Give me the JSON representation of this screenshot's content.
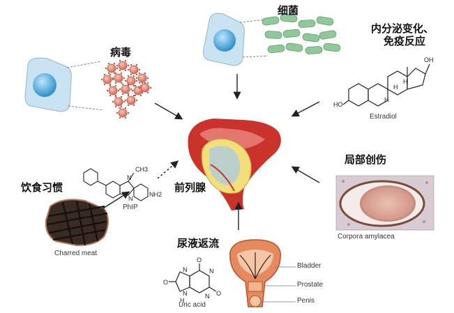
{
  "labels": {
    "virus": "病毒",
    "bacteria": "细菌",
    "endocrine_line1": "内分泌变化、",
    "endocrine_line2": "免疫反应",
    "diet": "饮食习惯",
    "prostate": "前列腺",
    "injury": "局部创伤",
    "urine_reflux": "尿液返流"
  },
  "captions": {
    "charred_meat": "Charred meat",
    "phip": "PhIP",
    "estradiol": "Estradiol",
    "corpora": "Corpora amylacea",
    "uric_acid": "Uric acid",
    "bladder": "Bladder",
    "prostate_en": "Prostate",
    "penis": "Penis"
  },
  "chem_atoms": {
    "ho_left": "HO",
    "oh_top": "OH",
    "h1": "H",
    "h2": "H",
    "h3": "H",
    "methyl": "CH3",
    "n_top": "N",
    "n_low": "N",
    "nh2": "NH2",
    "uric_o1": "O",
    "uric_o2": "O",
    "uric_o3": "O",
    "uric_n1": "N",
    "uric_n2": "N",
    "uric_n3": "N",
    "uric_n4": "N",
    "uric_h": "H"
  },
  "colors": {
    "cell_fill": "#c9e3f3",
    "nucleus": "#4aa8dd",
    "bacteria": "#8fc99a",
    "virus": "#e49482",
    "prostate_red": "#c9332c",
    "gland_yellow": "#f2df7a",
    "arrow": "#222222"
  }
}
